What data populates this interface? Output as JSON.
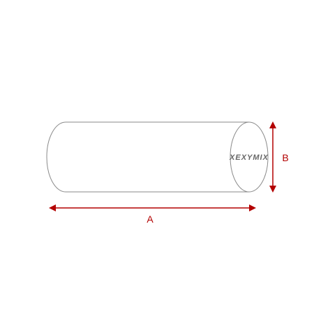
{
  "diagram": {
    "logo_text": "XEXYMIX",
    "dimension_labels": {
      "length": "A",
      "diameter": "B"
    },
    "colors": {
      "outline": "#8a8a8a",
      "dimension": "#b30000",
      "logo": "#666666",
      "background": "#ffffff"
    }
  }
}
